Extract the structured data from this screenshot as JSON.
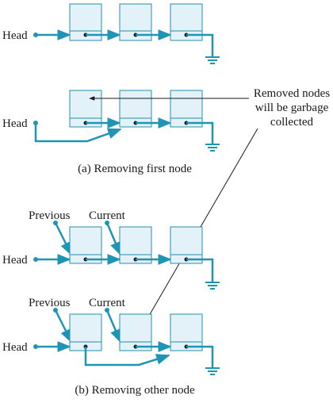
{
  "labels": {
    "head": "Head",
    "previous": "Previous",
    "current": "Current",
    "removed_nodes_line1": "Removed nodes",
    "removed_nodes_line2": "will be garbage",
    "removed_nodes_line3": "collected"
  },
  "captions": {
    "a": "(a) Removing first node",
    "b": "(b) Removing other node"
  },
  "colors": {
    "node_fill": "#e3f2f8",
    "node_stroke": "#2a8fa8",
    "pointer": "#1e95b5",
    "text": "#1a1a1a"
  }
}
